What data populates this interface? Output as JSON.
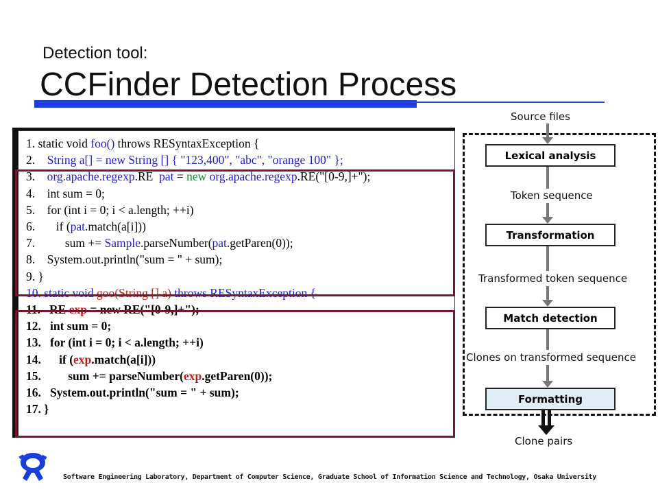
{
  "slide": {
    "subtitle": "Detection tool:",
    "title": "CCFinder Detection Process"
  },
  "code": {
    "lines": [
      {
        "num": "1.",
        "parts": [
          {
            "t": " static void ",
            "c": ""
          },
          {
            "t": "foo()",
            "c": "blue"
          },
          {
            "t": " throws RESyntaxException {",
            "c": ""
          }
        ]
      },
      {
        "num": "2.",
        "parts": [
          {
            "t": "    String a[] = new String [] { \"123,400\", \"abc\", \"orange 100\" };",
            "c": "blue"
          }
        ]
      },
      {
        "num": "3.",
        "parts": [
          {
            "t": "    ",
            "c": ""
          },
          {
            "t": "org.apache.regexp",
            "c": "blue"
          },
          {
            "t": ".RE  ",
            "c": ""
          },
          {
            "t": "pat",
            "c": "blue"
          },
          {
            "t": " = ",
            "c": ""
          },
          {
            "t": "new",
            "c": "green"
          },
          {
            "t": " ",
            "c": ""
          },
          {
            "t": "org.apache.regexp",
            "c": "blue"
          },
          {
            "t": ".RE(\"[0-9,]+\");",
            "c": ""
          }
        ]
      },
      {
        "num": "4.",
        "parts": [
          {
            "t": "    int sum = 0;",
            "c": ""
          }
        ]
      },
      {
        "num": "5.",
        "parts": [
          {
            "t": "    for (int i = 0; i < a.length; ++i)",
            "c": ""
          }
        ]
      },
      {
        "num": "6.",
        "parts": [
          {
            "t": "       if (",
            "c": ""
          },
          {
            "t": "pat",
            "c": "blue"
          },
          {
            "t": ".match(a[i]))",
            "c": ""
          }
        ]
      },
      {
        "num": "7.",
        "parts": [
          {
            "t": "          sum += ",
            "c": ""
          },
          {
            "t": "Sample",
            "c": "blue"
          },
          {
            "t": ".parseNumber(",
            "c": ""
          },
          {
            "t": "pat",
            "c": "blue"
          },
          {
            "t": ".getParen(0));",
            "c": ""
          }
        ]
      },
      {
        "num": "8.",
        "parts": [
          {
            "t": "    System.out.println(\"sum = \" + sum);",
            "c": ""
          }
        ]
      },
      {
        "num": "9.",
        "parts": [
          {
            "t": " }",
            "c": ""
          }
        ]
      },
      {
        "num": "10.",
        "parts": [
          {
            "t": " static void ",
            "c": ""
          },
          {
            "t": "goo(String [] a)",
            "c": "red"
          },
          {
            "t": " throws RESyntaxException {",
            "c": ""
          }
        ],
        "numColor": "blue"
      },
      {
        "num": "11.",
        "parts": [
          {
            "t": "   RE ",
            "c": ""
          },
          {
            "t": "exp",
            "c": "red"
          },
          {
            "t": " = new RE(\"[0-9,]+\");",
            "c": ""
          }
        ],
        "bold": true
      },
      {
        "num": "12.",
        "parts": [
          {
            "t": "   int sum = 0;",
            "c": ""
          }
        ],
        "bold": true
      },
      {
        "num": "13.",
        "parts": [
          {
            "t": "   for (int i = 0; i < a.length; ++i)",
            "c": ""
          }
        ],
        "bold": true
      },
      {
        "num": "14.",
        "parts": [
          {
            "t": "      if (",
            "c": ""
          },
          {
            "t": "exp",
            "c": "red"
          },
          {
            "t": ".match(a[i]))",
            "c": ""
          }
        ],
        "bold": true
      },
      {
        "num": "15.",
        "parts": [
          {
            "t": "         sum += parseNumber(",
            "c": ""
          },
          {
            "t": "exp",
            "c": "red"
          },
          {
            "t": ".getParen(0));",
            "c": ""
          }
        ],
        "bold": true
      },
      {
        "num": "16.",
        "parts": [
          {
            "t": "   System.out.println(\"sum = \" + sum);",
            "c": ""
          }
        ],
        "bold": true
      },
      {
        "num": "17.",
        "parts": [
          {
            "t": " }",
            "c": ""
          }
        ],
        "bold": true
      }
    ]
  },
  "flow": {
    "source_label": "Source files",
    "steps": [
      {
        "box": "Lexical analysis",
        "after": "Token sequence"
      },
      {
        "box": "Transformation",
        "after": "Transformed token sequence"
      },
      {
        "box": "Match detection",
        "after": "Clones on transformed sequence"
      },
      {
        "box": "Formatting",
        "after": "Clone pairs"
      }
    ]
  },
  "footer": {
    "text": "Software Engineering Laboratory, Department of Computer Science, Graduate School of Information Science and Technology, Osaka University"
  },
  "colors": {
    "title_rule": "#1f3fd6",
    "highlight_box": "#7a1530",
    "code_blue": "#1d1dcc",
    "code_red": "#c0201a",
    "code_green": "#1a8a2a",
    "formatting_fill": "#dfedf4"
  }
}
